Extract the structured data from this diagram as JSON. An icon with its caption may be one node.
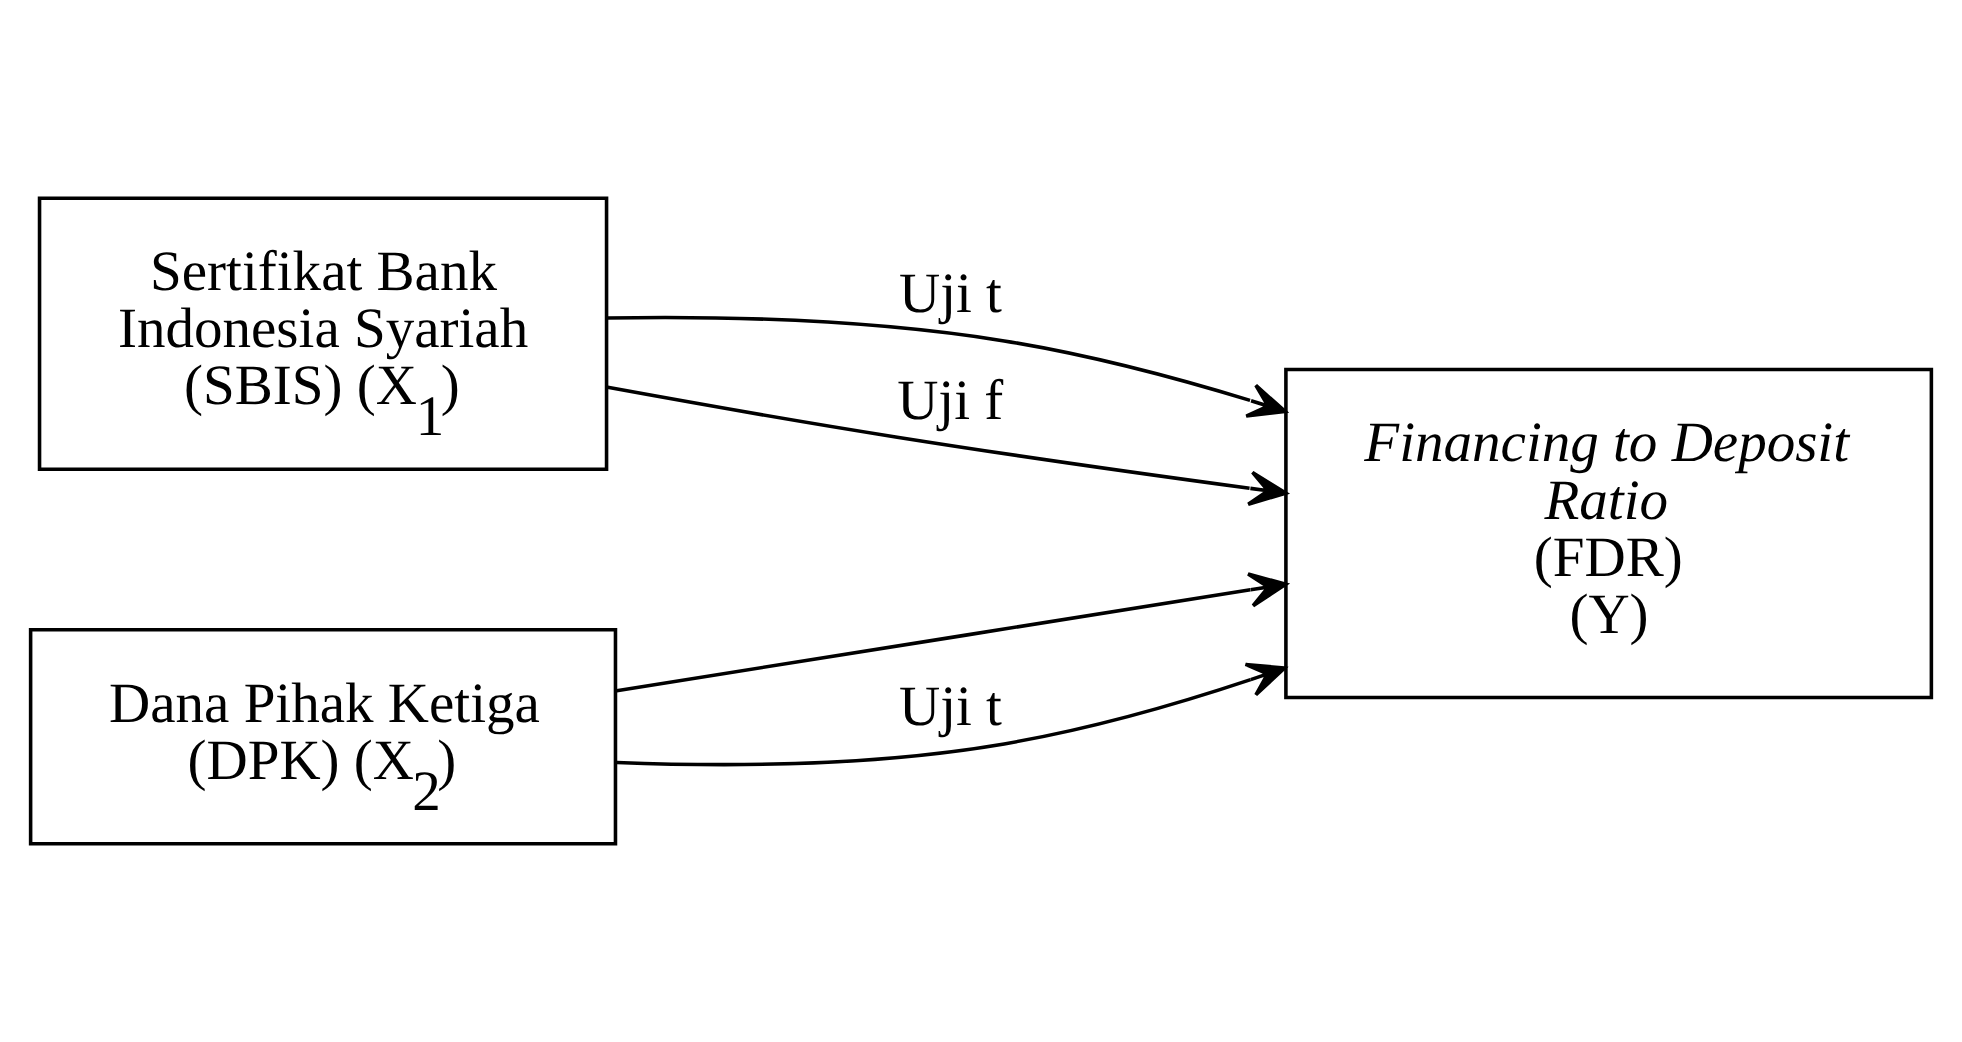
{
  "diagram": {
    "nodes": [
      {
        "text": [
          "Sertifikat Bank Indonesia Syariah (SBIS) (X$_{1}$)"
        ]
      },
      {
        "text": [
          "Dana Pihak Ketiga (DPK) (X$_{2}$)"
        ]
      },
      {
        "text": [
          "*Financing to Deposit Ratio*",
          "(FDR)",
          "(Y)"
        ]
      }
    ],
    "edges": [
      {
        "from": 0,
        "to": 2,
        "arrow": "to",
        "label": "Uji t"
      },
      {
        "from": 0,
        "to": 2,
        "arrow": "to",
        "label": "Uji f"
      },
      {
        "from": 1,
        "to": 2,
        "arrow": "to"
      },
      {
        "from": 1,
        "to": 2,
        "arrow": "to",
        "label": "Uji t"
      }
    ]
  }
}
